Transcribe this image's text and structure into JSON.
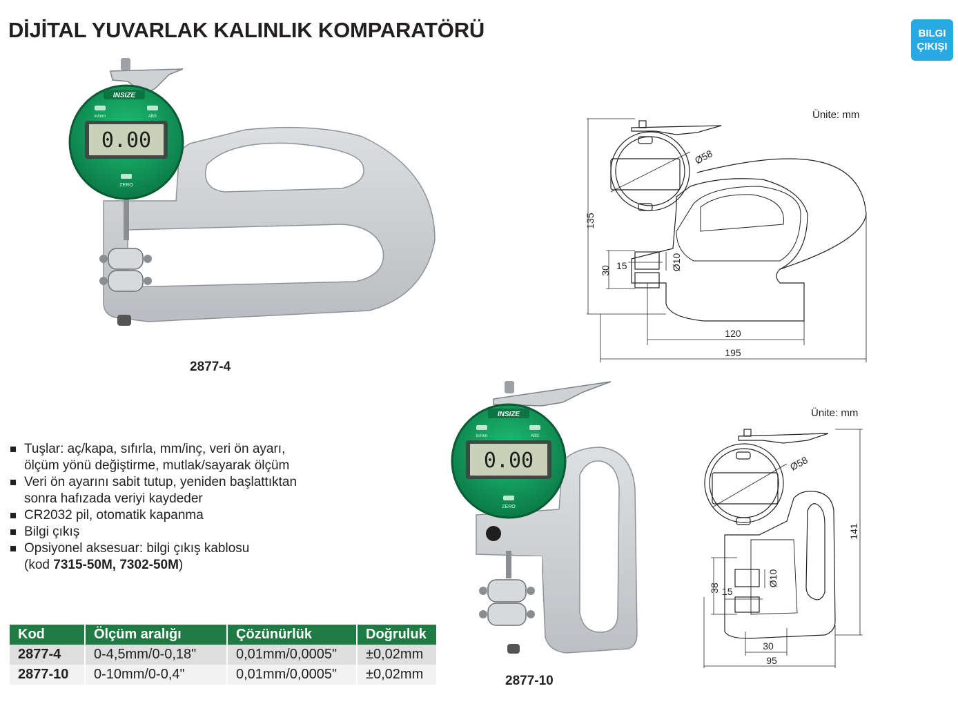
{
  "title": "DİJİTAL YUVARLAK KALINLIK KOMPARATÖRÜ",
  "badge": {
    "line1": "BILGI",
    "line2": "ÇIKIŞI"
  },
  "brand": "INSIZE",
  "gauge_labels": {
    "display": "0.00",
    "mode": "in/mm",
    "abs": "ABS",
    "zero": "ZERO"
  },
  "products": [
    {
      "model": "2877-4",
      "unit_label": "Ünite: mm",
      "dimensions": {
        "dial": "Ø58",
        "total_height": "135",
        "contact": "Ø10",
        "width": "15",
        "gap": "30",
        "depth": "120",
        "total_length": "195"
      }
    },
    {
      "model": "2877-10",
      "unit_label": "Ünite: mm",
      "dimensions": {
        "dial": "Ø58",
        "total_height": "141",
        "contact": "Ø10",
        "width": "15",
        "gap": "38",
        "depth": "30",
        "total_length": "95"
      }
    }
  ],
  "features": [
    {
      "line1": "Tuşlar: aç/kapa, sıfırla, mm/inç, veri ön ayarı,",
      "line2": "ölçüm yönü değiştirme, mutlak/sayarak ölçüm"
    },
    {
      "line1": "Veri ön ayarını sabit tutup, yeniden başlattıktan",
      "line2": "sonra hafızada veriyi kaydeder"
    },
    {
      "line1": "CR2032 pil, otomatik kapanma",
      "line2": ""
    },
    {
      "line1": "Bilgi çıkış",
      "line2": ""
    },
    {
      "line1": "Opsiyonel aksesuar: bilgi çıkış kablosu",
      "line2_prefix": "(kod ",
      "line2_bold": "7315-50M, 7302-50M",
      "line2_suffix": ")"
    }
  ],
  "spec_table": {
    "headers": [
      "Kod",
      "Ölçüm aralığı",
      "Çözünürlük",
      "Doğruluk"
    ],
    "rows": [
      [
        "2877-4",
        "0-4,5mm/0-0,18\"",
        "0,01mm/0,0005\"",
        "±0,02mm"
      ],
      [
        "2877-10",
        "0-10mm/0-0,4\"",
        "0,01mm/0,0005\"",
        "±0,02mm"
      ]
    ]
  },
  "colors": {
    "green": "#1f7a44",
    "badge": "#29a9e1",
    "gauge_green": "#14a15d",
    "body_grey": "#c9cccf"
  },
  "icons": [
    "thumb-lever-icon",
    "roller-contact-icon",
    "data-port-icon"
  ]
}
